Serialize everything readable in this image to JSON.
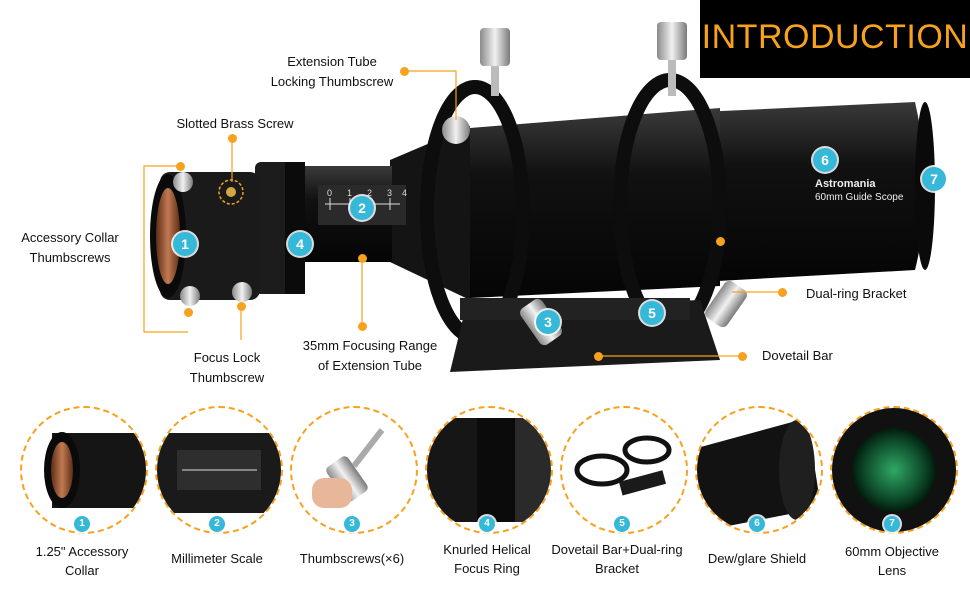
{
  "header": {
    "title": "INTRODUCTION"
  },
  "product": {
    "brand": "Astromania",
    "model": "60mm Guide Scope"
  },
  "callouts": {
    "extension_tube_locking": "Extension Tube\nLocking Thumbscrew",
    "slotted_brass_screw": "Slotted Brass Screw",
    "accessory_collar_thumbscrews": "Accessory Collar\nThumbscrews",
    "focus_lock_thumbscrew": "Focus Lock\nThumbscrew",
    "focusing_range": "35mm Focusing Range\nof Extension Tube",
    "dual_ring_bracket": "Dual-ring Bracket",
    "dovetail_bar": "Dovetail Bar"
  },
  "badges": [
    "1",
    "2",
    "3",
    "4",
    "5",
    "6",
    "7"
  ],
  "scale_ticks": [
    "0",
    "1",
    "2",
    "3",
    "4"
  ],
  "features": [
    {
      "num": "1",
      "caption": "1.25\" Accessory\nCollar"
    },
    {
      "num": "2",
      "caption": "Millimeter Scale"
    },
    {
      "num": "3",
      "caption": "Thumbscrews(×6)"
    },
    {
      "num": "4",
      "caption": "Knurled Helical\nFocus Ring"
    },
    {
      "num": "5",
      "caption": "Dovetail Bar+Dual-ring\nBracket"
    },
    {
      "num": "6",
      "caption": "Dew/glare Shield"
    },
    {
      "num": "7",
      "caption": "60mm Objective\nLens"
    }
  ],
  "colors": {
    "accent": "#f6a21e",
    "badge": "#36b8d8",
    "header_bg": "#000000"
  }
}
